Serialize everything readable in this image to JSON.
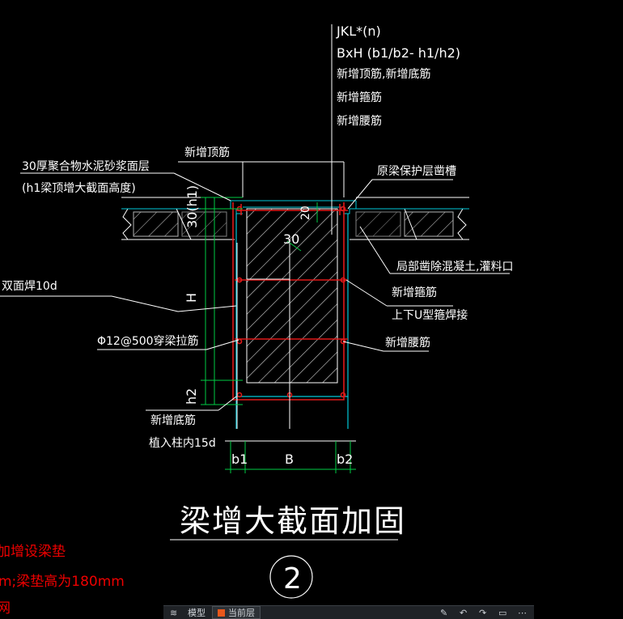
{
  "leader_text": {
    "beam_code": "JKL*(n)",
    "beam_size": "BxH (b1/b2- h1/h2)",
    "note_1": "新增顶筋,新增底筋",
    "note_2": "新增箍筋",
    "note_3": "新增腰筋"
  },
  "labels": {
    "top_bar": "新增顶筋",
    "mortar_1": "30厚聚合物水泥砂浆面层",
    "mortar_2": "(h1梁顶增大截面高度)",
    "cover_groove": "原梁保护层凿槽",
    "weld": "双面焊10d",
    "local_removal": "局部凿除混凝土,灌料口",
    "stirrup_1": "新增箍筋",
    "stirrup_2": "上下U型箍焊接",
    "tie_bar": "Φ12@500穿梁拉筋",
    "waist_bar": "新增腰筋",
    "bottom_bar_1": "新增底筋",
    "bottom_bar_2": "植入柱内15d"
  },
  "dimensions": {
    "h1": "30(h1)",
    "twenty": "20",
    "thirty": "30",
    "H": "H",
    "h2": "h2",
    "b1": "b1",
    "B": "B",
    "b2": "b2"
  },
  "title": {
    "main": "梁增大截面加固",
    "number": "2"
  },
  "red_notes": {
    "line_1": "加增设梁垫",
    "line_2": "m;梁垫高为180mm",
    "line_3": "网"
  },
  "statusbar": {
    "layout_label": "模型",
    "layer_label": "当前层"
  },
  "colors": {
    "background": "#000000",
    "lines": "#ffffff",
    "section_outline": "#00c8d8",
    "dimension": "#00cc44",
    "reinforcement": "#e01818",
    "text_red": "#e00000"
  }
}
